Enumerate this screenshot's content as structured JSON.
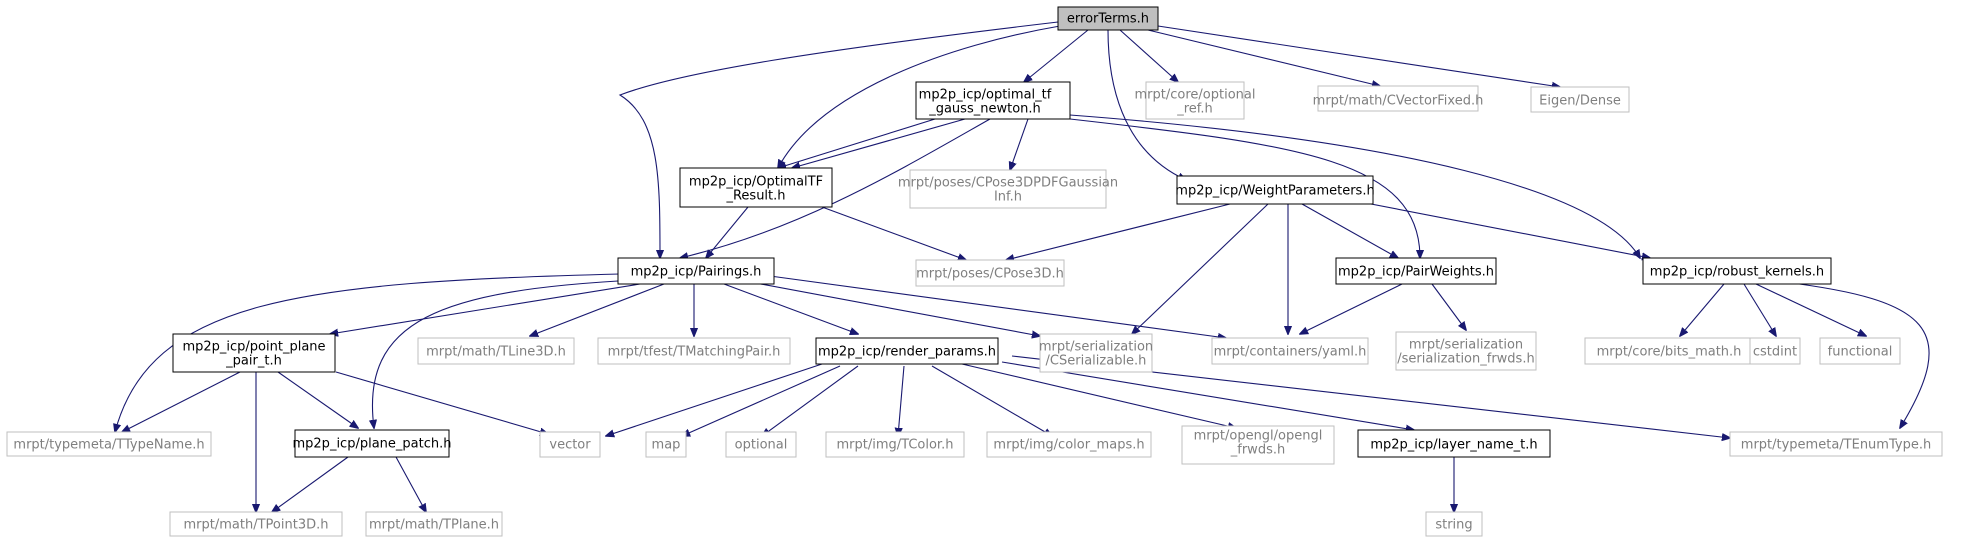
{
  "diagram": {
    "nodes": {
      "errorTerms": {
        "lines": [
          "errorTerms.h"
        ],
        "kind": "root"
      },
      "optimal_gn": {
        "lines": [
          "mp2p_icp/optimal_tf",
          "_gauss_newton.h"
        ],
        "kind": "doc"
      },
      "optional_ref": {
        "lines": [
          "mrpt/core/optional",
          "_ref.h"
        ],
        "kind": "ext"
      },
      "cvectorfixed": {
        "lines": [
          "mrpt/math/CVectorFixed.h"
        ],
        "kind": "ext"
      },
      "eigen_dense": {
        "lines": [
          "Eigen/Dense"
        ],
        "kind": "ext"
      },
      "optimaltf_result": {
        "lines": [
          "mp2p_icp/OptimalTF",
          "_Result.h"
        ],
        "kind": "doc"
      },
      "cpose3dpdf": {
        "lines": [
          "mrpt/poses/CPose3DPDFGaussian",
          "Inf.h"
        ],
        "kind": "ext"
      },
      "weightparams": {
        "lines": [
          "mp2p_icp/WeightParameters.h"
        ],
        "kind": "doc"
      },
      "pairings": {
        "lines": [
          "mp2p_icp/Pairings.h"
        ],
        "kind": "doc"
      },
      "cpose3d": {
        "lines": [
          "mrpt/poses/CPose3D.h"
        ],
        "kind": "ext"
      },
      "pairweights": {
        "lines": [
          "mp2p_icp/PairWeights.h"
        ],
        "kind": "doc"
      },
      "robust_kernels": {
        "lines": [
          "mp2p_icp/robust_kernels.h"
        ],
        "kind": "doc"
      },
      "point_plane": {
        "lines": [
          "mp2p_icp/point_plane",
          "_pair_t.h"
        ],
        "kind": "doc"
      },
      "tline3d": {
        "lines": [
          "mrpt/math/TLine3D.h"
        ],
        "kind": "ext"
      },
      "tmatchingpair": {
        "lines": [
          "mrpt/tfest/TMatchingPair.h"
        ],
        "kind": "ext"
      },
      "render_params": {
        "lines": [
          "mp2p_icp/render_params.h"
        ],
        "kind": "doc"
      },
      "cserializable": {
        "lines": [
          "mrpt/serialization",
          "/CSerializable.h"
        ],
        "kind": "ext"
      },
      "yaml": {
        "lines": [
          "mrpt/containers/yaml.h"
        ],
        "kind": "ext"
      },
      "serialization_frwds": {
        "lines": [
          "mrpt/serialization",
          "/serialization_frwds.h"
        ],
        "kind": "ext"
      },
      "bits_math": {
        "lines": [
          "mrpt/core/bits_math.h"
        ],
        "kind": "ext"
      },
      "cstdint": {
        "lines": [
          "cstdint"
        ],
        "kind": "ext"
      },
      "functional": {
        "lines": [
          "functional"
        ],
        "kind": "ext"
      },
      "ttypename": {
        "lines": [
          "mrpt/typemeta/TTypeName.h"
        ],
        "kind": "ext"
      },
      "plane_patch": {
        "lines": [
          "mp2p_icp/plane_patch.h"
        ],
        "kind": "doc"
      },
      "vector": {
        "lines": [
          "vector"
        ],
        "kind": "ext"
      },
      "map": {
        "lines": [
          "map"
        ],
        "kind": "ext"
      },
      "optional": {
        "lines": [
          "optional"
        ],
        "kind": "ext"
      },
      "tcolor": {
        "lines": [
          "mrpt/img/TColor.h"
        ],
        "kind": "ext"
      },
      "color_maps": {
        "lines": [
          "mrpt/img/color_maps.h"
        ],
        "kind": "ext"
      },
      "opengl_frwds": {
        "lines": [
          "mrpt/opengl/opengl",
          "_frwds.h"
        ],
        "kind": "ext"
      },
      "layer_name": {
        "lines": [
          "mp2p_icp/layer_name_t.h"
        ],
        "kind": "doc"
      },
      "tenumtype": {
        "lines": [
          "mrpt/typemeta/TEnumType.h"
        ],
        "kind": "ext"
      },
      "tpoint3d": {
        "lines": [
          "mrpt/math/TPoint3D.h"
        ],
        "kind": "ext"
      },
      "tplane": {
        "lines": [
          "mrpt/math/TPlane.h"
        ],
        "kind": "ext"
      },
      "string": {
        "lines": [
          "string"
        ],
        "kind": "ext"
      }
    },
    "colors": {
      "edge": "#191970",
      "root_fill": "#bfbfbf",
      "doc_border": "#000000",
      "ext_border": "#bfbfbf",
      "ext_text": "#7f7f7f"
    }
  }
}
